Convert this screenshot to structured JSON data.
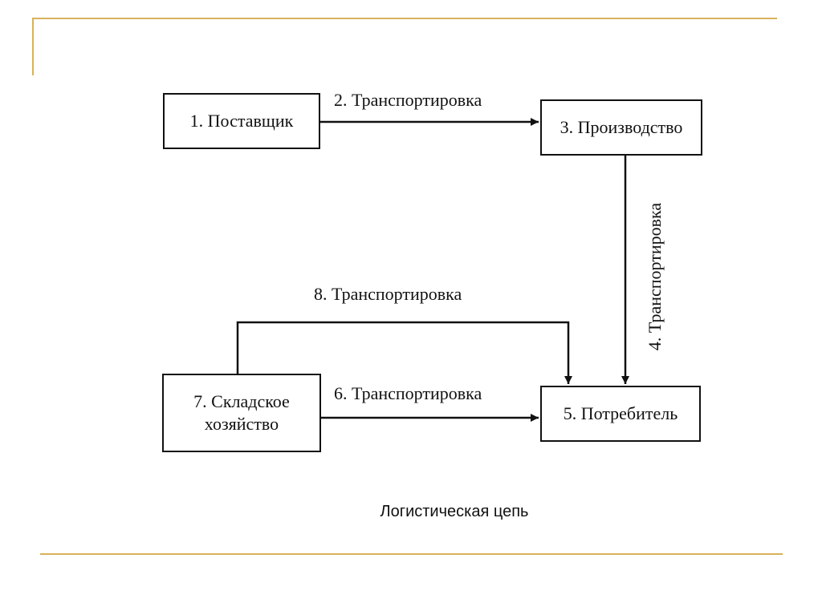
{
  "diagram": {
    "nodes": {
      "supplier": "1. Поставщик",
      "production": "3. Производство",
      "consumer": "5. Потребитель",
      "warehouse_line1": "7. Складское",
      "warehouse_line2": "хозяйство"
    },
    "edges": {
      "transport_2": "2. Транспортировка",
      "transport_4": "4. Транспортировка",
      "transport_6": "6. Транспортировка",
      "transport_8": "8. Транспортировка"
    },
    "caption": "Логистическая цепь"
  }
}
